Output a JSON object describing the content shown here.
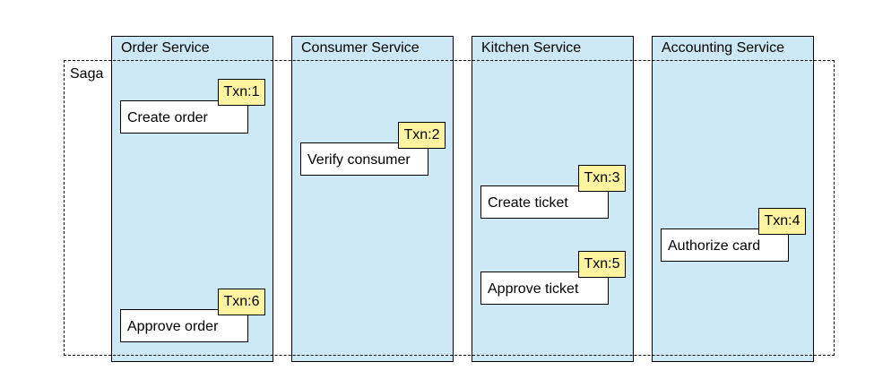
{
  "colors": {
    "lane_fill": "#cce8f4",
    "txn_fill": "#fff5a1",
    "border": "#000000",
    "step_fill": "#ffffff"
  },
  "saga": {
    "label": "Saga"
  },
  "services": [
    {
      "title": "Order Service"
    },
    {
      "title": "Consumer Service"
    },
    {
      "title": "Kitchen Service"
    },
    {
      "title": "Accounting Service"
    }
  ],
  "steps": [
    {
      "label": "Create order",
      "txn": "Txn:1"
    },
    {
      "label": "Verify consumer",
      "txn": "Txn:2"
    },
    {
      "label": "Create ticket",
      "txn": "Txn:3"
    },
    {
      "label": "Authorize card",
      "txn": "Txn:4"
    },
    {
      "label": "Approve ticket",
      "txn": "Txn:5"
    },
    {
      "label": "Approve order",
      "txn": "Txn:6"
    }
  ]
}
